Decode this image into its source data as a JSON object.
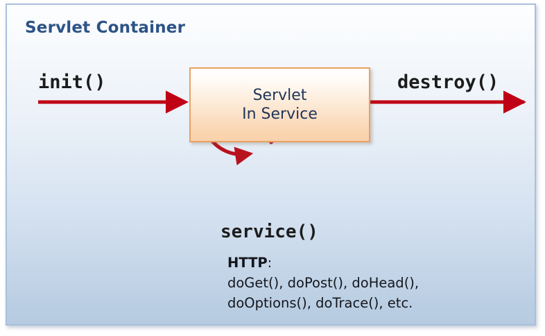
{
  "container": {
    "title": "Servlet Container",
    "border_color": "#a8c0dc",
    "bg_top_color": "#fdfeff",
    "bg_bottom_color": "#b6cbe1",
    "title_color": "#2d5387"
  },
  "servlet_box": {
    "line1": "Servlet",
    "line2": "In Service",
    "border_color": "#e9a164",
    "fill_top_color": "#ffffff",
    "fill_bottom_color": "#f9d2ab",
    "text_color": "#20355a"
  },
  "lifecycle": {
    "init_label": "init()",
    "destroy_label": "destroy()",
    "service_label": "service()",
    "arrow_color": "#c00014",
    "loop_arrow_color": "#b8121f"
  },
  "http_methods": {
    "heading": "HTTP",
    "heading_colon": ":",
    "line1": "doGet(), doPost(), doHead(),",
    "line2": "doOptions(), doTrace(), etc."
  },
  "icons": {
    "init_arrow": "arrow-right-icon",
    "destroy_arrow": "arrow-right-icon",
    "service_loop": "circular-loop-arrow-icon"
  }
}
